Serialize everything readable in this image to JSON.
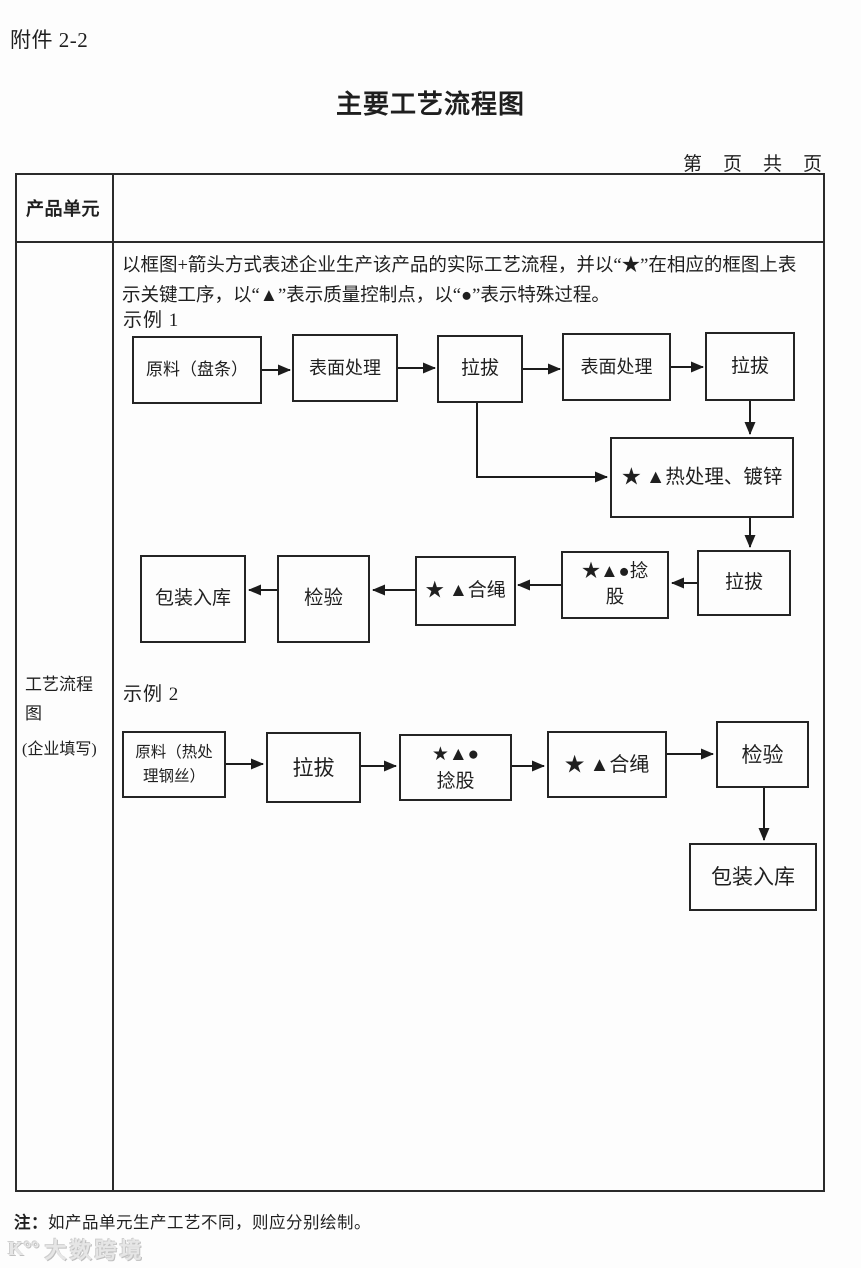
{
  "page": {
    "attachment_label": "附件 2-2",
    "title": "主要工艺流程图",
    "page_indicator": "第　页　共　页",
    "note_label": "注：",
    "note_text": "如产品单元生产工艺不同，则应分别绘制。",
    "watermark_logo": "K°°",
    "watermark_text": "大数跨境"
  },
  "table": {
    "product_unit_label": "产品单元",
    "product_unit_value": "",
    "left_header": "工艺流程\n图",
    "left_header_sub": "(企业填写)",
    "instructions": "以框图+箭头方式表述企业生产该产品的实际工艺流程，并以“★”在相应的框图上表\n示关键工序，以“▲”表示质量控制点，以“●”表示特殊过程。",
    "example1_label": "示例 1",
    "example2_label": "示例 2"
  },
  "flow1": {
    "boxes": {
      "raw_material": "原料（盘条）",
      "surface1": "表面处理",
      "draw1": "拉拔",
      "surface2": "表面处理",
      "draw2": "拉拔",
      "heat": "★ ▲热处理、镀锌",
      "draw3": "拉拔",
      "strand": "★▲●捻\n股",
      "rope": "★ ▲合绳",
      "inspect": "检验",
      "pack": "包装入库"
    }
  },
  "flow2": {
    "boxes": {
      "raw_material": "原料（热处\n理钢丝）",
      "draw": "拉拔",
      "strand": "★▲●\n捻股",
      "rope": "★ ▲合绳",
      "inspect": "检验",
      "pack": "包装入库"
    }
  }
}
